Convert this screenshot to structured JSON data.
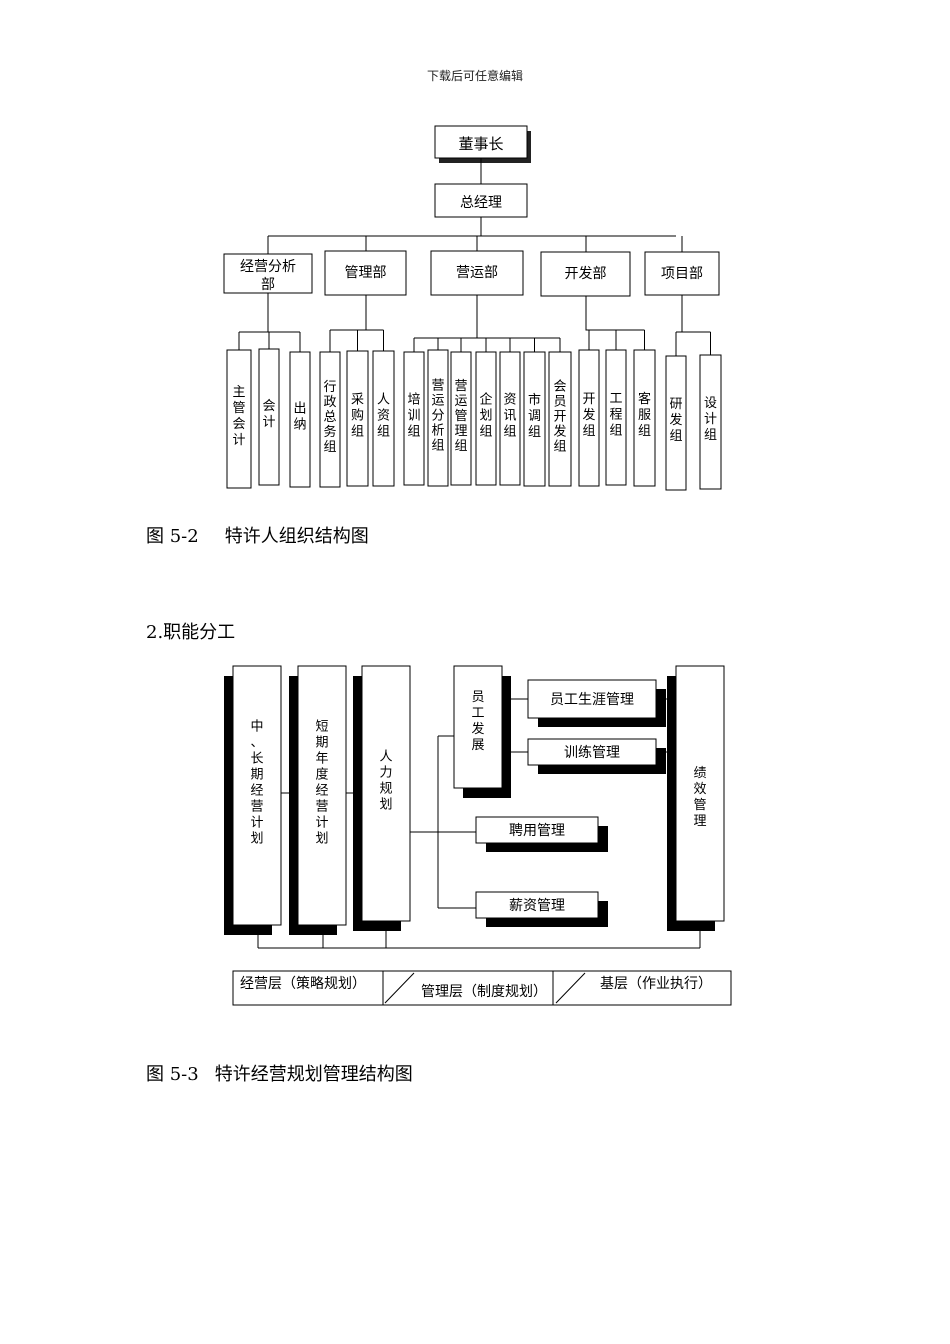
{
  "header_note": "下载后可任意编辑",
  "figure1": {
    "caption_number": "图 5-2",
    "caption_title": "特许人组织结构图",
    "chairman": "董事长",
    "general_manager": "总经理",
    "departments": [
      {
        "name": "经营分析部",
        "groups": [
          "主管会计",
          "会计",
          "出纳"
        ]
      },
      {
        "name": "管理部",
        "groups": [
          "行政总务组",
          "采购组",
          "人资组"
        ]
      },
      {
        "name": "营运部",
        "groups": [
          "培训组",
          "营运分析组",
          "营运管理组",
          "企划组",
          "资讯组",
          "市调组",
          "会员开发组"
        ]
      },
      {
        "name": "开发部",
        "groups": [
          "开发组",
          "工程组",
          "客服组"
        ]
      },
      {
        "name": "项目部",
        "groups": [
          "研发组",
          "设计组"
        ]
      }
    ]
  },
  "section_heading": "2.职能分工",
  "figure2": {
    "caption_number": "图 5-3",
    "caption_title": "特许经营规划管理结构图",
    "columns": [
      "中、长期经营计划",
      "短期年度经营计划",
      "人力规划"
    ],
    "staff_development": "员工发展",
    "sub_boxes": [
      "员工生涯管理",
      "训练管理",
      "聘用管理",
      "薪资管理"
    ],
    "performance": "绩效管理",
    "layers": [
      "经营层（策略规划）",
      "管理层（制度规划）",
      "基层（作业执行）"
    ]
  }
}
